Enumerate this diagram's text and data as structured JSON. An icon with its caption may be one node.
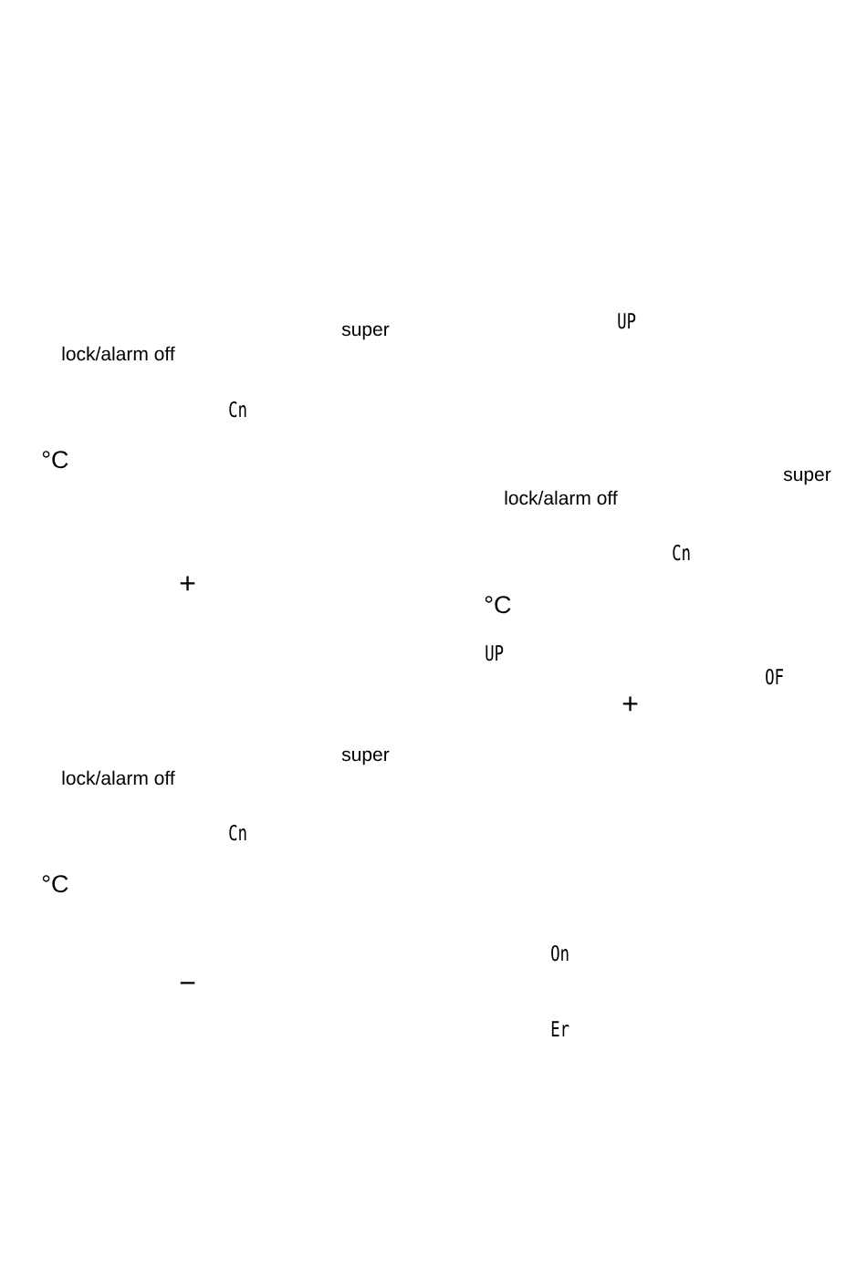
{
  "diagram": {
    "labels": [
      "super",
      "lock/alarm off",
      "Cn",
      "°C",
      "+",
      "super",
      "lock/alarm off",
      "Cn",
      "°C",
      "−",
      "UP",
      "super",
      "lock/alarm off",
      "Cn",
      "°C",
      "UP",
      "OF",
      "+",
      "On",
      "Er"
    ]
  }
}
